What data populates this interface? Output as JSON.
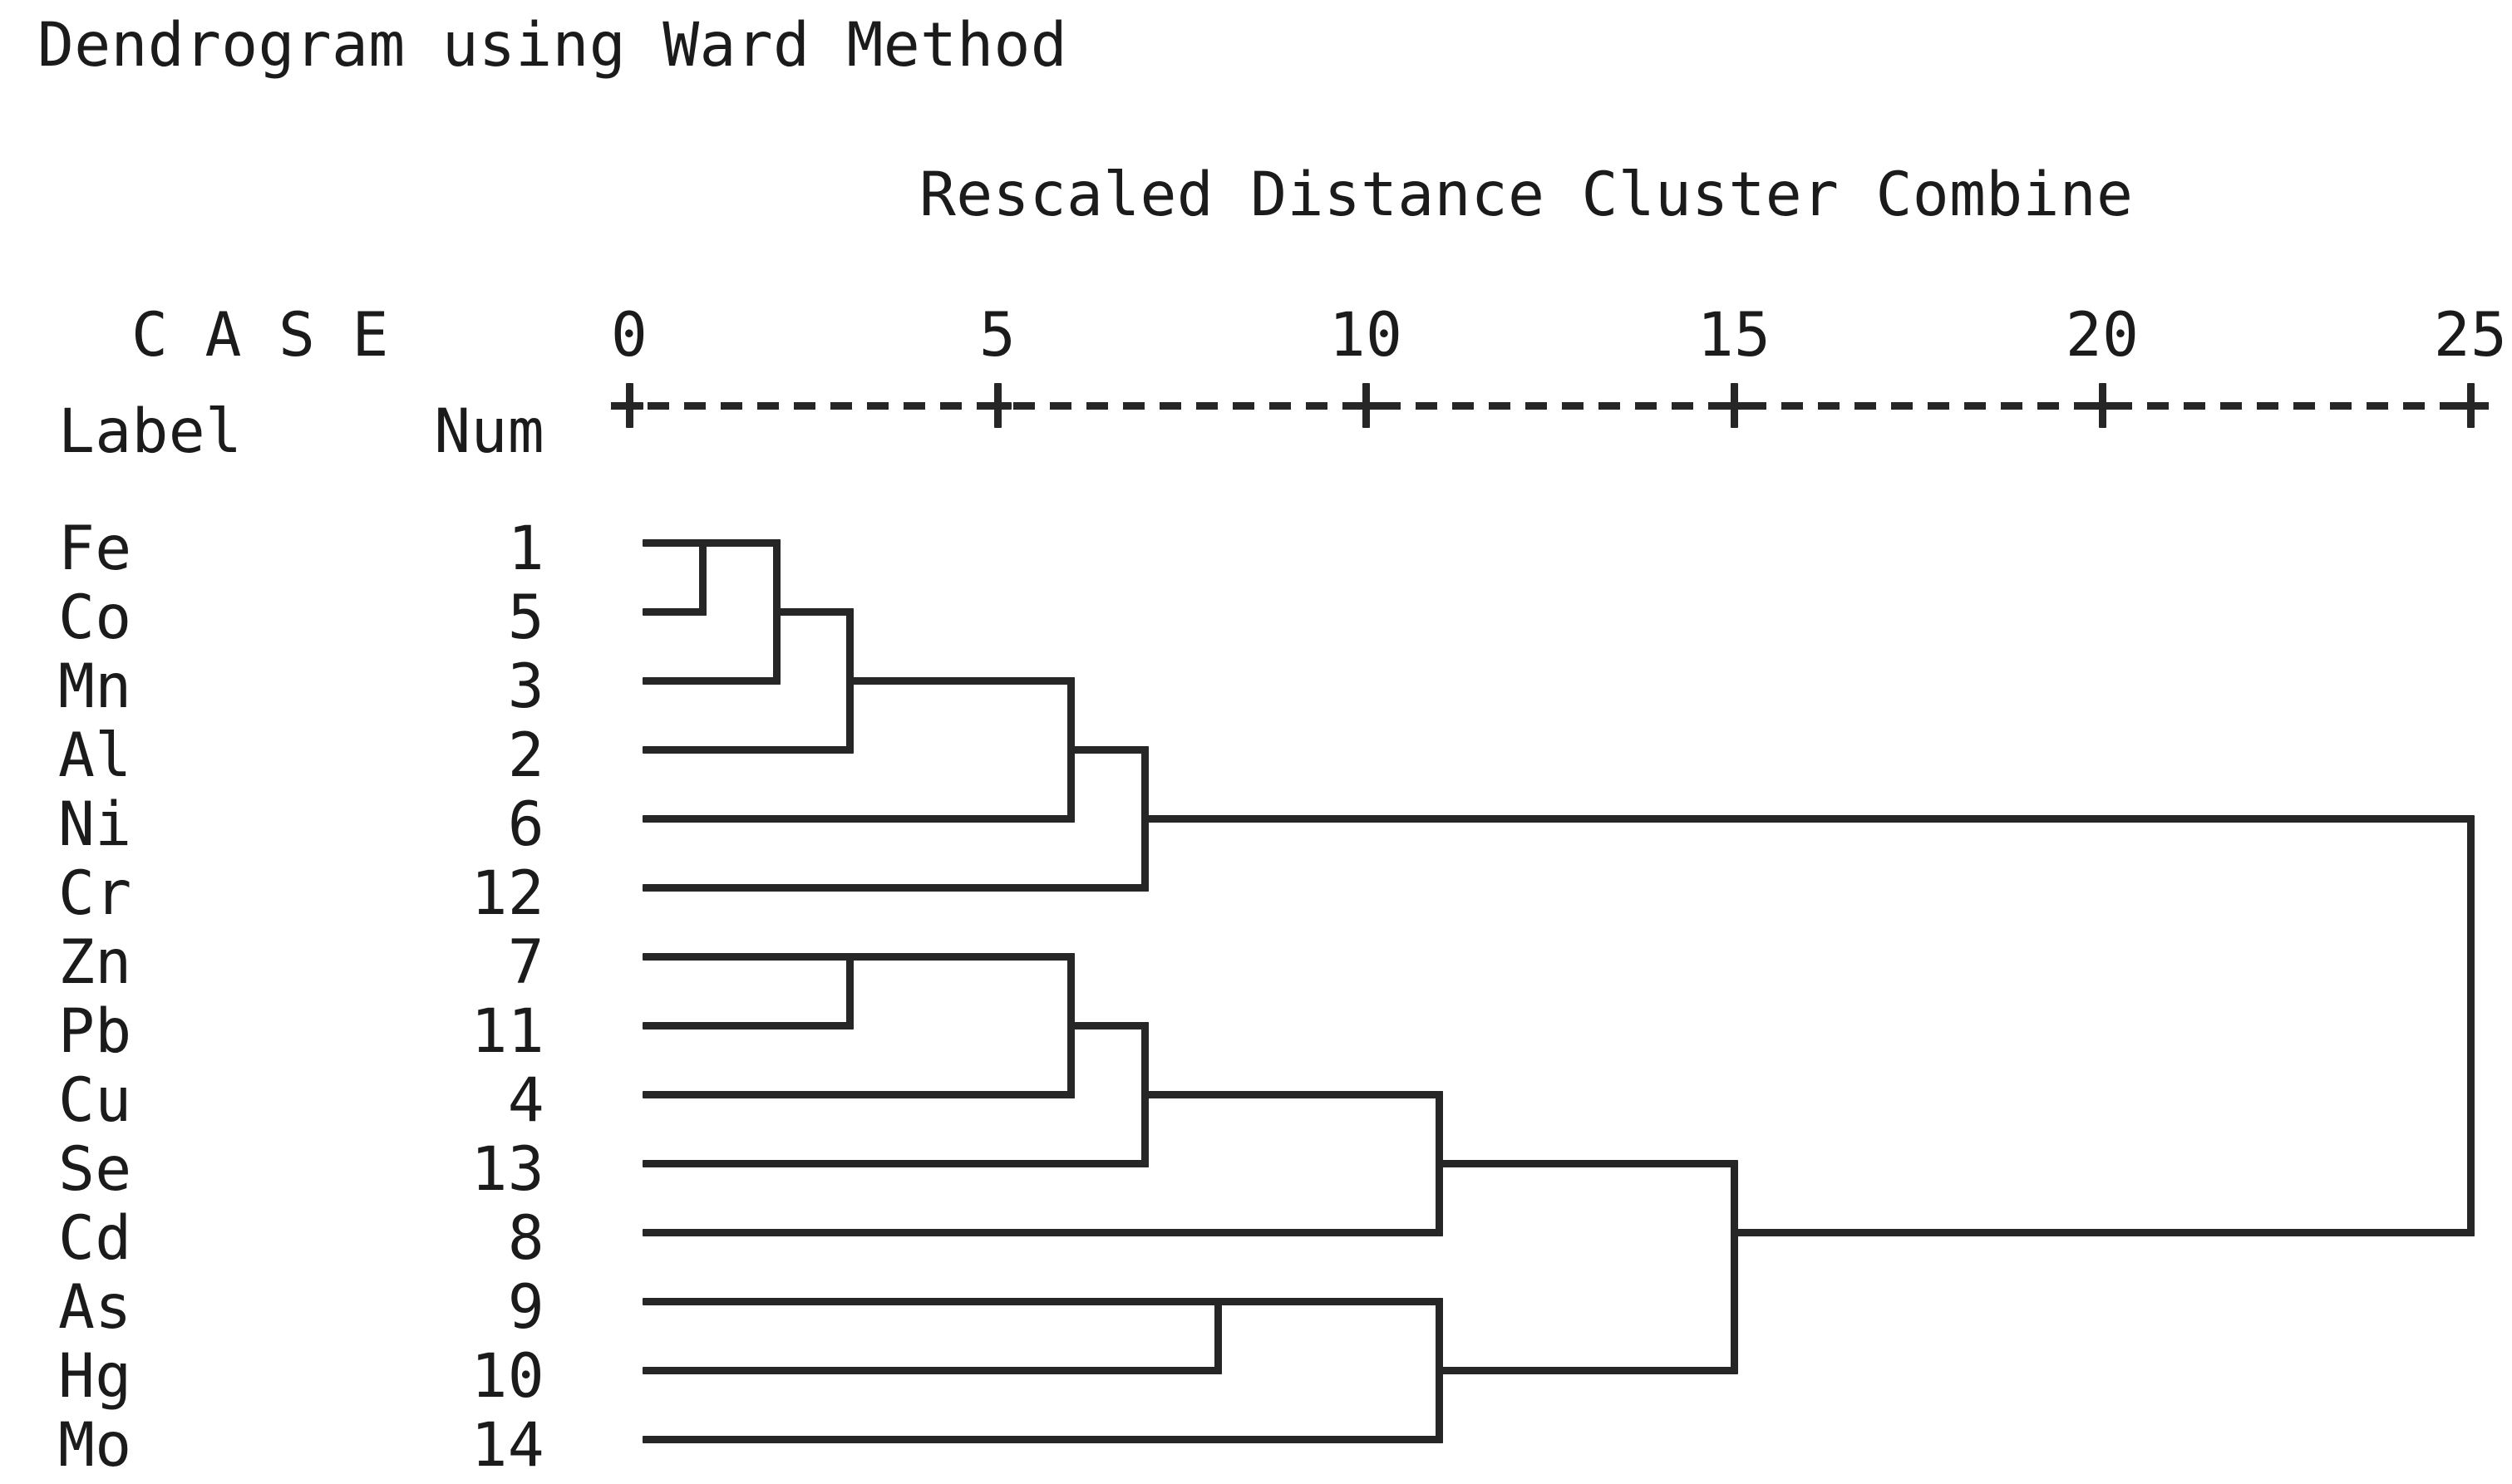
{
  "header": {
    "title": "Dendrogram using Ward Method",
    "axis_title": "Rescaled Distance Cluster Combine"
  },
  "case_table": {
    "case_header": "C A S E",
    "label_header": "Label",
    "num_header": "Num"
  },
  "chart_data": {
    "type": "dendrogram",
    "title": "Dendrogram using Ward Method",
    "xlabel": "Rescaled Distance Cluster Combine",
    "xlim": [
      0,
      25
    ],
    "xticks": [
      0,
      5,
      10,
      15,
      20,
      25
    ],
    "grid": false,
    "orientation": "horizontal-left-leaves",
    "leaves": [
      {
        "label": "Fe",
        "num": "1"
      },
      {
        "label": "Co",
        "num": "5"
      },
      {
        "label": "Mn",
        "num": "3"
      },
      {
        "label": "Al",
        "num": "2"
      },
      {
        "label": "Ni",
        "num": "6"
      },
      {
        "label": "Cr",
        "num": "12"
      },
      {
        "label": "Zn",
        "num": "7"
      },
      {
        "label": "Pb",
        "num": "11"
      },
      {
        "label": "Cu",
        "num": "4"
      },
      {
        "label": "Se",
        "num": "13"
      },
      {
        "label": "Cd",
        "num": "8"
      },
      {
        "label": "As",
        "num": "9"
      },
      {
        "label": "Hg",
        "num": "10"
      },
      {
        "label": "Mo",
        "num": "14"
      }
    ],
    "merges": [
      {
        "members": [
          "Fe",
          "Co"
        ],
        "distance": 1
      },
      {
        "members": [
          "Fe",
          "Co",
          "Mn"
        ],
        "distance": 2
      },
      {
        "members": [
          "Fe",
          "Co",
          "Mn",
          "Al"
        ],
        "distance": 3
      },
      {
        "members": [
          "Zn",
          "Pb"
        ],
        "distance": 3
      },
      {
        "members": [
          "Fe",
          "Co",
          "Mn",
          "Al",
          "Ni"
        ],
        "distance": 6
      },
      {
        "members": [
          "Zn",
          "Pb",
          "Cu"
        ],
        "distance": 6
      },
      {
        "members": [
          "Fe",
          "Co",
          "Mn",
          "Al",
          "Ni",
          "Cr"
        ],
        "distance": 7
      },
      {
        "members": [
          "Zn",
          "Pb",
          "Cu",
          "Se"
        ],
        "distance": 7
      },
      {
        "members": [
          "As",
          "Hg"
        ],
        "distance": 8
      },
      {
        "members": [
          "Zn",
          "Pb",
          "Cu",
          "Se",
          "Cd"
        ],
        "distance": 11
      },
      {
        "members": [
          "As",
          "Hg",
          "Mo"
        ],
        "distance": 11
      },
      {
        "members": [
          "Zn",
          "Pb",
          "Cu",
          "Se",
          "Cd",
          "As",
          "Hg",
          "Mo"
        ],
        "distance": 15
      },
      {
        "members": [
          "Fe",
          "Co",
          "Mn",
          "Al",
          "Ni",
          "Cr",
          "Zn",
          "Pb",
          "Cu",
          "Se",
          "Cd",
          "As",
          "Hg",
          "Mo"
        ],
        "distance": 25
      }
    ],
    "segments": {
      "leaf_start": 0.23,
      "h": [
        {
          "r": 0,
          "d1": 0.23,
          "d2": 1
        },
        {
          "r": 1,
          "d1": 0.23,
          "d2": 1
        },
        {
          "r": 0,
          "d1": 1,
          "d2": 2
        },
        {
          "r": 2,
          "d1": 0.23,
          "d2": 2
        },
        {
          "r": 1,
          "d1": 2,
          "d2": 3
        },
        {
          "r": 3,
          "d1": 0.23,
          "d2": 3
        },
        {
          "r": 2,
          "d1": 3,
          "d2": 6
        },
        {
          "r": 4,
          "d1": 0.23,
          "d2": 6
        },
        {
          "r": 3,
          "d1": 6,
          "d2": 7
        },
        {
          "r": 5,
          "d1": 0.23,
          "d2": 7
        },
        {
          "r": 4,
          "d1": 7,
          "d2": 25
        },
        {
          "r": 6,
          "d1": 0.23,
          "d2": 3
        },
        {
          "r": 7,
          "d1": 0.23,
          "d2": 3
        },
        {
          "r": 6,
          "d1": 3,
          "d2": 6
        },
        {
          "r": 8,
          "d1": 0.23,
          "d2": 6
        },
        {
          "r": 7,
          "d1": 6,
          "d2": 7
        },
        {
          "r": 9,
          "d1": 0.23,
          "d2": 7
        },
        {
          "r": 8,
          "d1": 7,
          "d2": 11
        },
        {
          "r": 10,
          "d1": 0.23,
          "d2": 11
        },
        {
          "r": 9,
          "d1": 11,
          "d2": 15
        },
        {
          "r": 11,
          "d1": 0.23,
          "d2": 8
        },
        {
          "r": 12,
          "d1": 0.23,
          "d2": 8
        },
        {
          "r": 11,
          "d1": 8,
          "d2": 11
        },
        {
          "r": 13,
          "d1": 0.23,
          "d2": 11
        },
        {
          "r": 12,
          "d1": 11,
          "d2": 15
        },
        {
          "r": 10,
          "d1": 15,
          "d2": 25
        }
      ],
      "v": [
        {
          "d": 1,
          "r1": 0,
          "r2": 1
        },
        {
          "d": 2,
          "r1": 0,
          "r2": 2
        },
        {
          "d": 3,
          "r1": 1,
          "r2": 3
        },
        {
          "d": 6,
          "r1": 2,
          "r2": 4
        },
        {
          "d": 7,
          "r1": 3,
          "r2": 5
        },
        {
          "d": 3,
          "r1": 6,
          "r2": 7
        },
        {
          "d": 6,
          "r1": 6,
          "r2": 8
        },
        {
          "d": 7,
          "r1": 7,
          "r2": 9
        },
        {
          "d": 11,
          "r1": 8,
          "r2": 10
        },
        {
          "d": 8,
          "r1": 11,
          "r2": 12
        },
        {
          "d": 11,
          "r1": 11,
          "r2": 13
        },
        {
          "d": 15,
          "r1": 9,
          "r2": 12
        },
        {
          "d": 25,
          "r1": 4,
          "r2": 10
        }
      ]
    },
    "colors": {
      "line": "#262626",
      "text": "#1b1b1b",
      "background": "#ffffff"
    }
  }
}
